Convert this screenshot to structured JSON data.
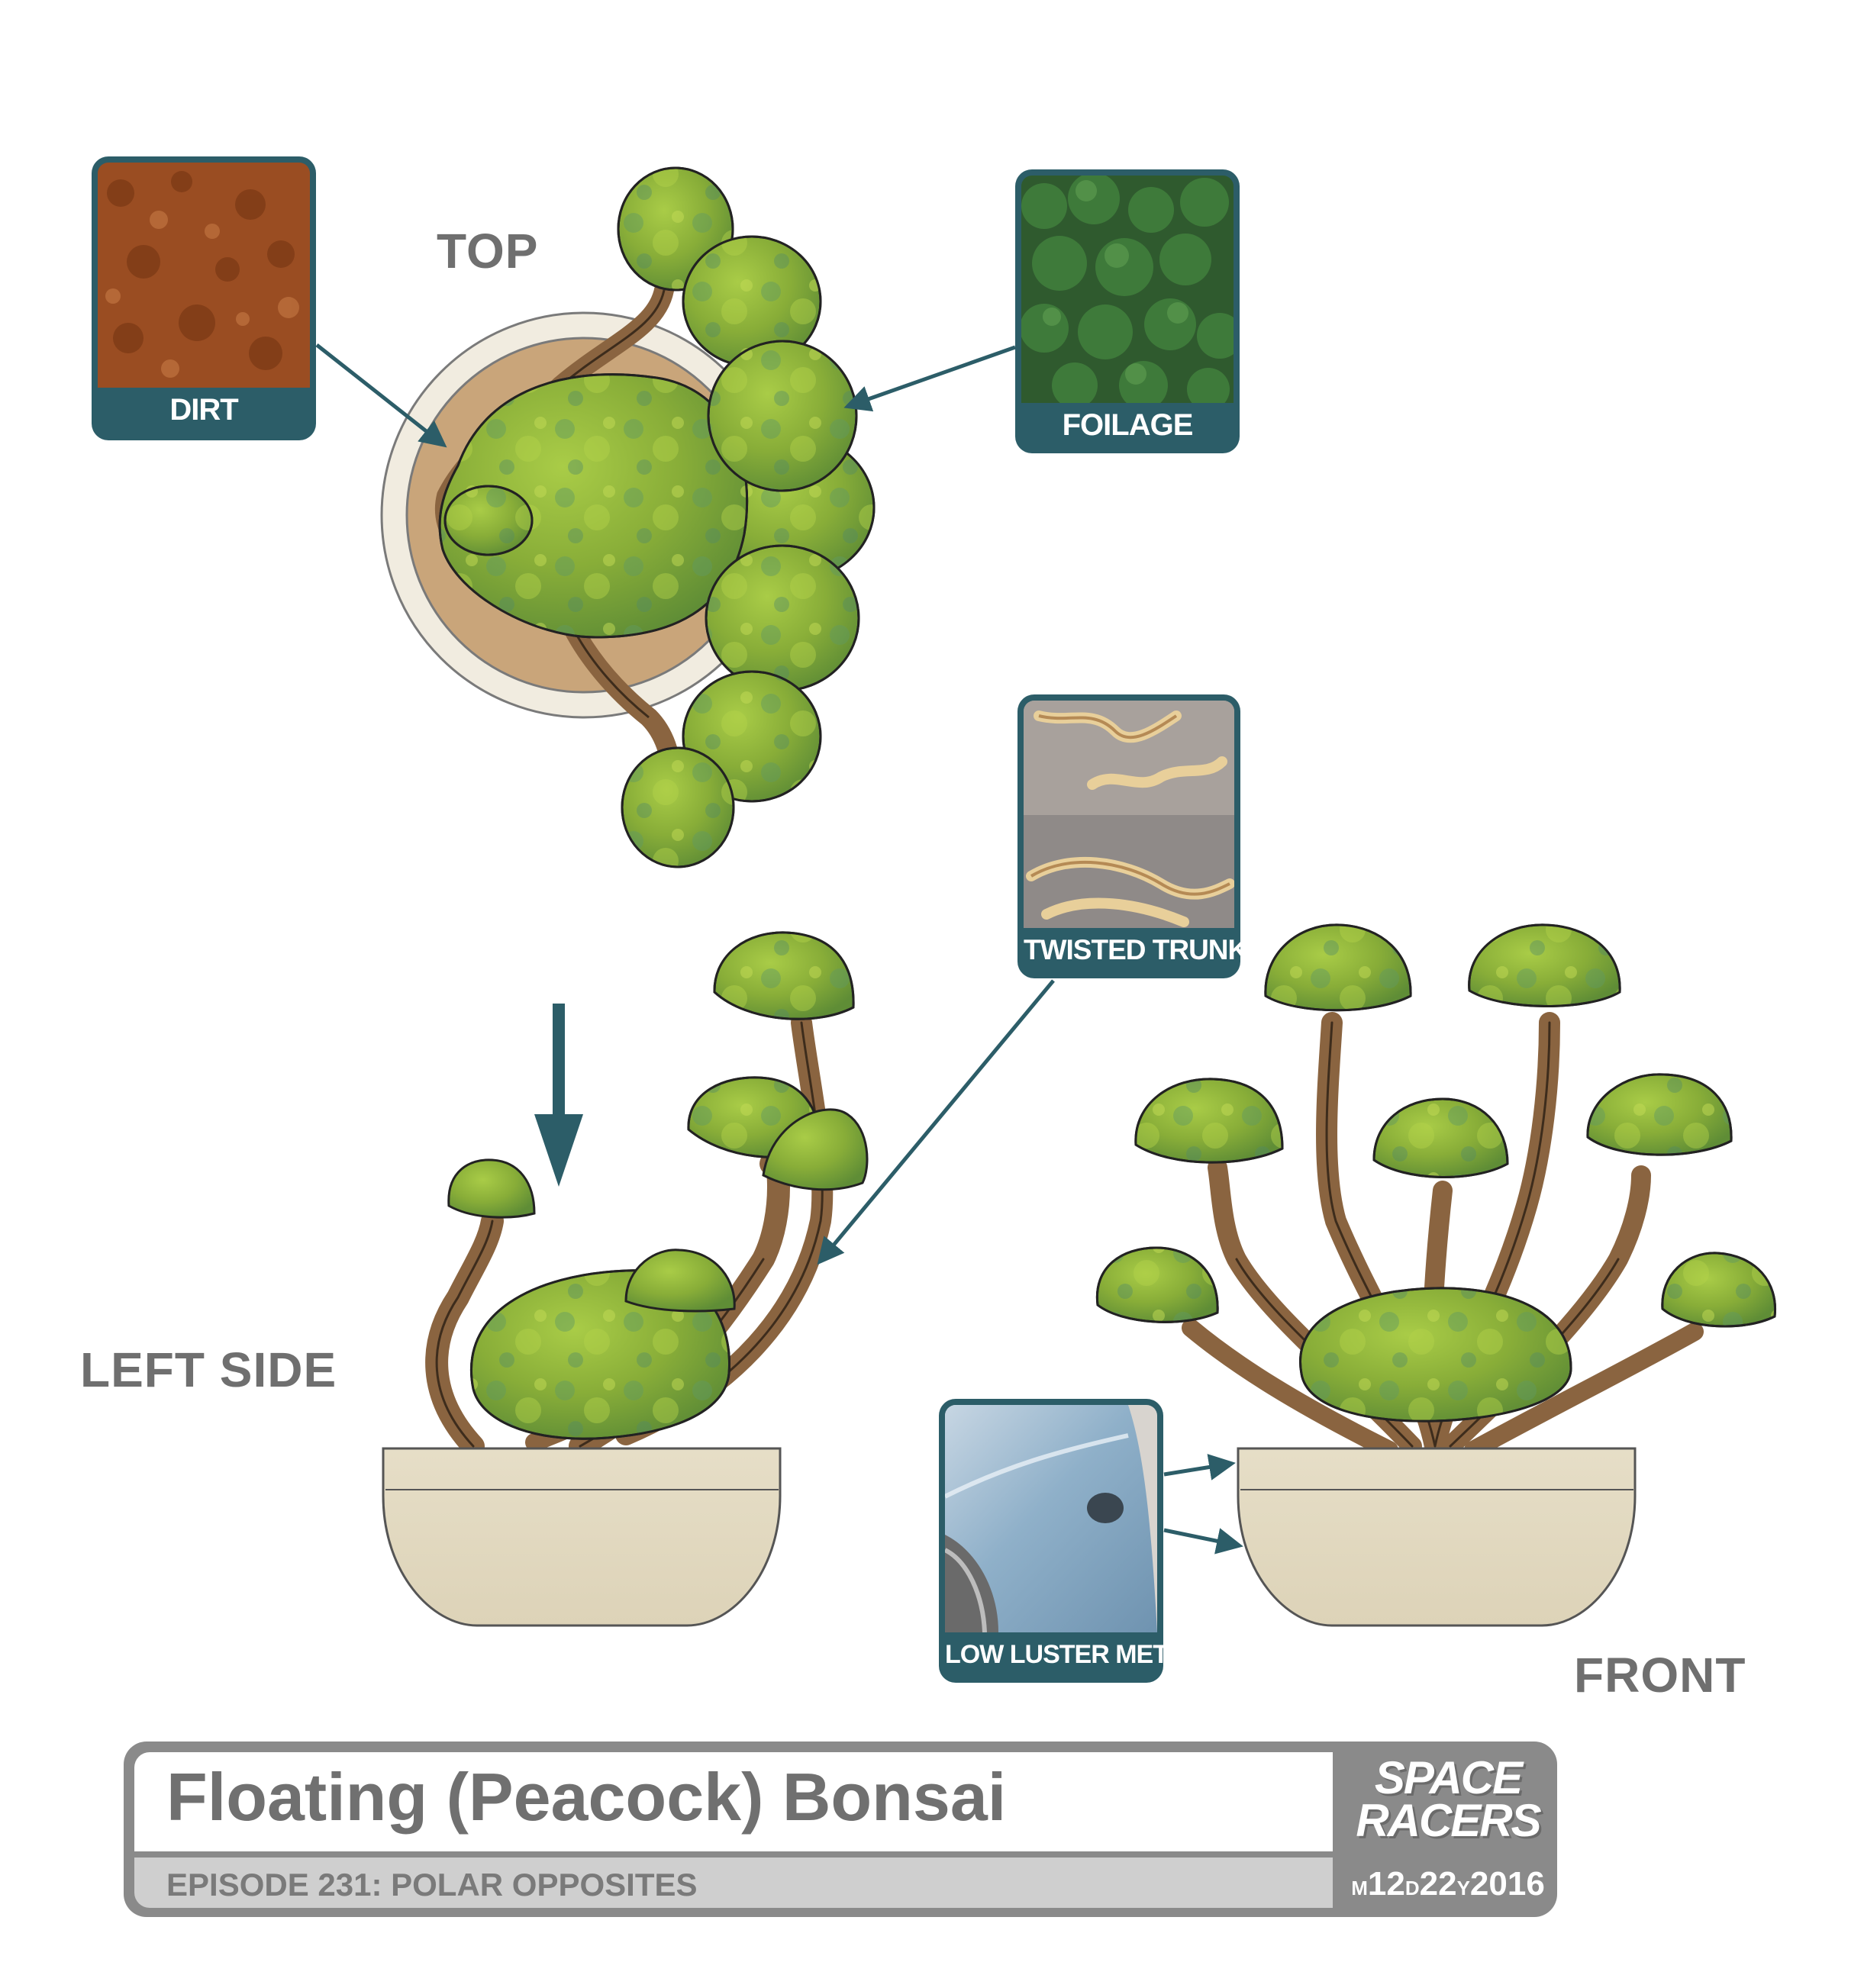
{
  "views": {
    "top": "TOP",
    "left_side": "LEFT SIDE",
    "front": "FRONT"
  },
  "references": {
    "dirt": "DIRT",
    "foliage": "FOILAGE",
    "twisted_trunk": "TWISTED TRUNK",
    "low_luster_metal": "LOW LUSTER METAL"
  },
  "title_block": {
    "title": "Floating (Peacock) Bonsai",
    "episode": "EPISODE 231: POLAR OPPOSITES",
    "logo_line1": "SPACE",
    "logo_line2": "RACERS",
    "date_m_label": "M",
    "date_month": "12",
    "date_d_label": "D",
    "date_day": "22",
    "date_y_label": "Y",
    "date_year": "2016"
  },
  "colors": {
    "accent": "#2c5d68",
    "foliage": "#8db33a",
    "trunk": "#8a6440",
    "pot": "#e4dcc4",
    "dirt": "#c9a57a",
    "label_gray": "#6f6f6f"
  }
}
